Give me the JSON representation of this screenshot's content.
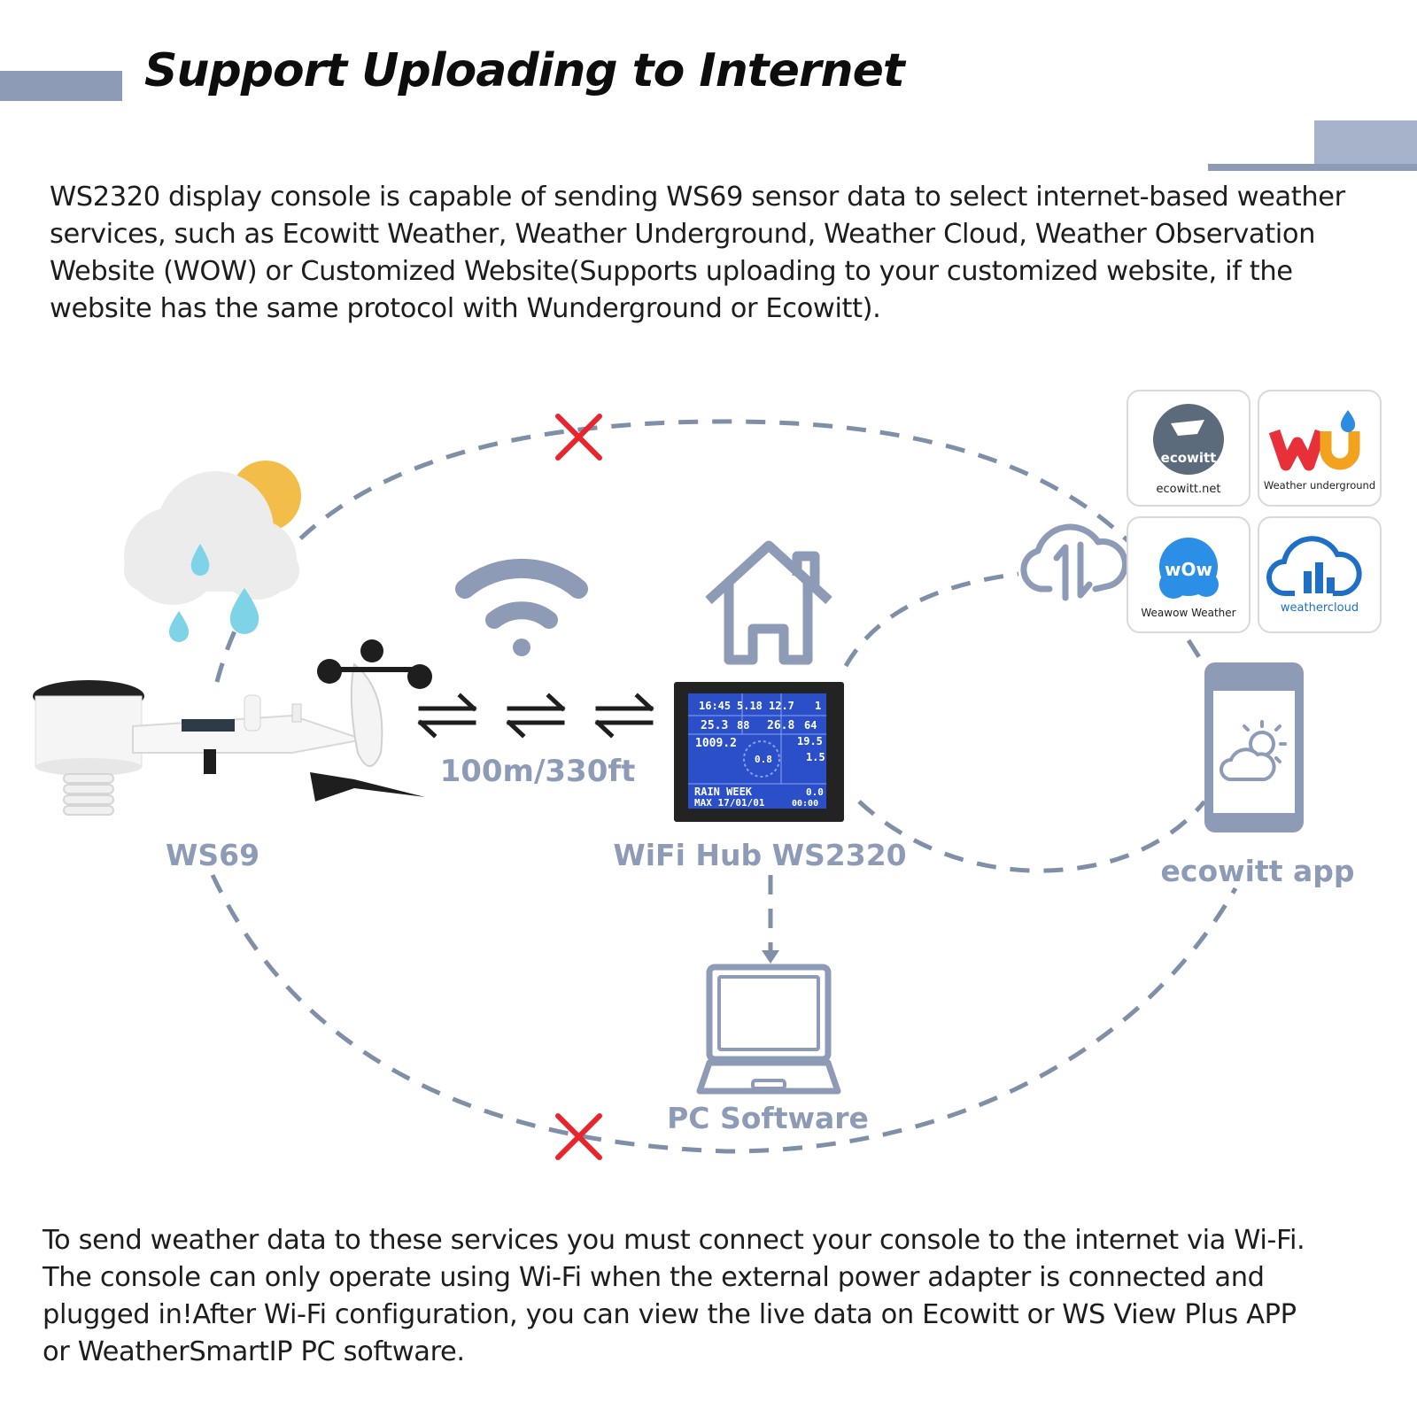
{
  "header": {
    "title": "Support Uploading to Internet"
  },
  "intro": {
    "lines": [
      "WS2320 display console is capable of sending WS69 sensor data to select internet-based weather",
      "services, such as Ecowitt Weather, Weather Underground, Weather Cloud, Weather Observation",
      "Website (WOW) or Customized Website(Supports uploading to your customized website, if the",
      "website has the same protocol with Wunderground or Ecowitt)."
    ]
  },
  "diagram": {
    "sensor_label": "WS69",
    "distance_label": "100m/330ft",
    "hub_label": "WiFi Hub WS2320",
    "pc_label": "PC Software",
    "app_label": "ecowitt app",
    "console_screen": {
      "time": "16:45",
      "date": "5.18",
      "value_a": "12.7",
      "value_b": "1",
      "indoor_temp": "25.3",
      "indoor_hum": "88",
      "outdoor_temp": "26.8",
      "outdoor_hum": "64",
      "pressure": "1009.2",
      "value_c": "19.5",
      "wind": "0.8",
      "value_d": "1.5",
      "rain_label": "RAIN WEEK",
      "rain_value": "0.0",
      "max_line": "MAX 17/01/01",
      "max_time": "00:00"
    },
    "services": [
      {
        "name": "ecowitt",
        "caption": "ecowitt.net",
        "icon": "ecowitt-logo-icon",
        "color": "#5b6b7c"
      },
      {
        "name": "wu",
        "caption": "Weather underground",
        "icon": "weather-underground-logo-icon",
        "color": "#e8303a"
      },
      {
        "name": "wow",
        "caption": "Weawow Weather",
        "icon": "weawow-logo-icon",
        "color": "#2b8fe6"
      },
      {
        "name": "weathercloud",
        "caption": "weathercloud",
        "icon": "weathercloud-logo-icon",
        "color": "#1f6fc7"
      }
    ],
    "colors": {
      "accent": "#8e9bb7",
      "dashed_path": "#7f8fa8",
      "blocked_mark": "#e8252d",
      "console_screen": "#2b4fc9"
    }
  },
  "footer": {
    "lines": [
      "To send weather data to these services you must connect your console to the internet via Wi-Fi.",
      "The console can only operate using Wi-Fi when the external power adapter is connected and",
      "plugged in!After Wi-Fi configuration, you can view the live data on Ecowitt or WS View Plus APP",
      "or WeatherSmartIP PC software."
    ]
  }
}
